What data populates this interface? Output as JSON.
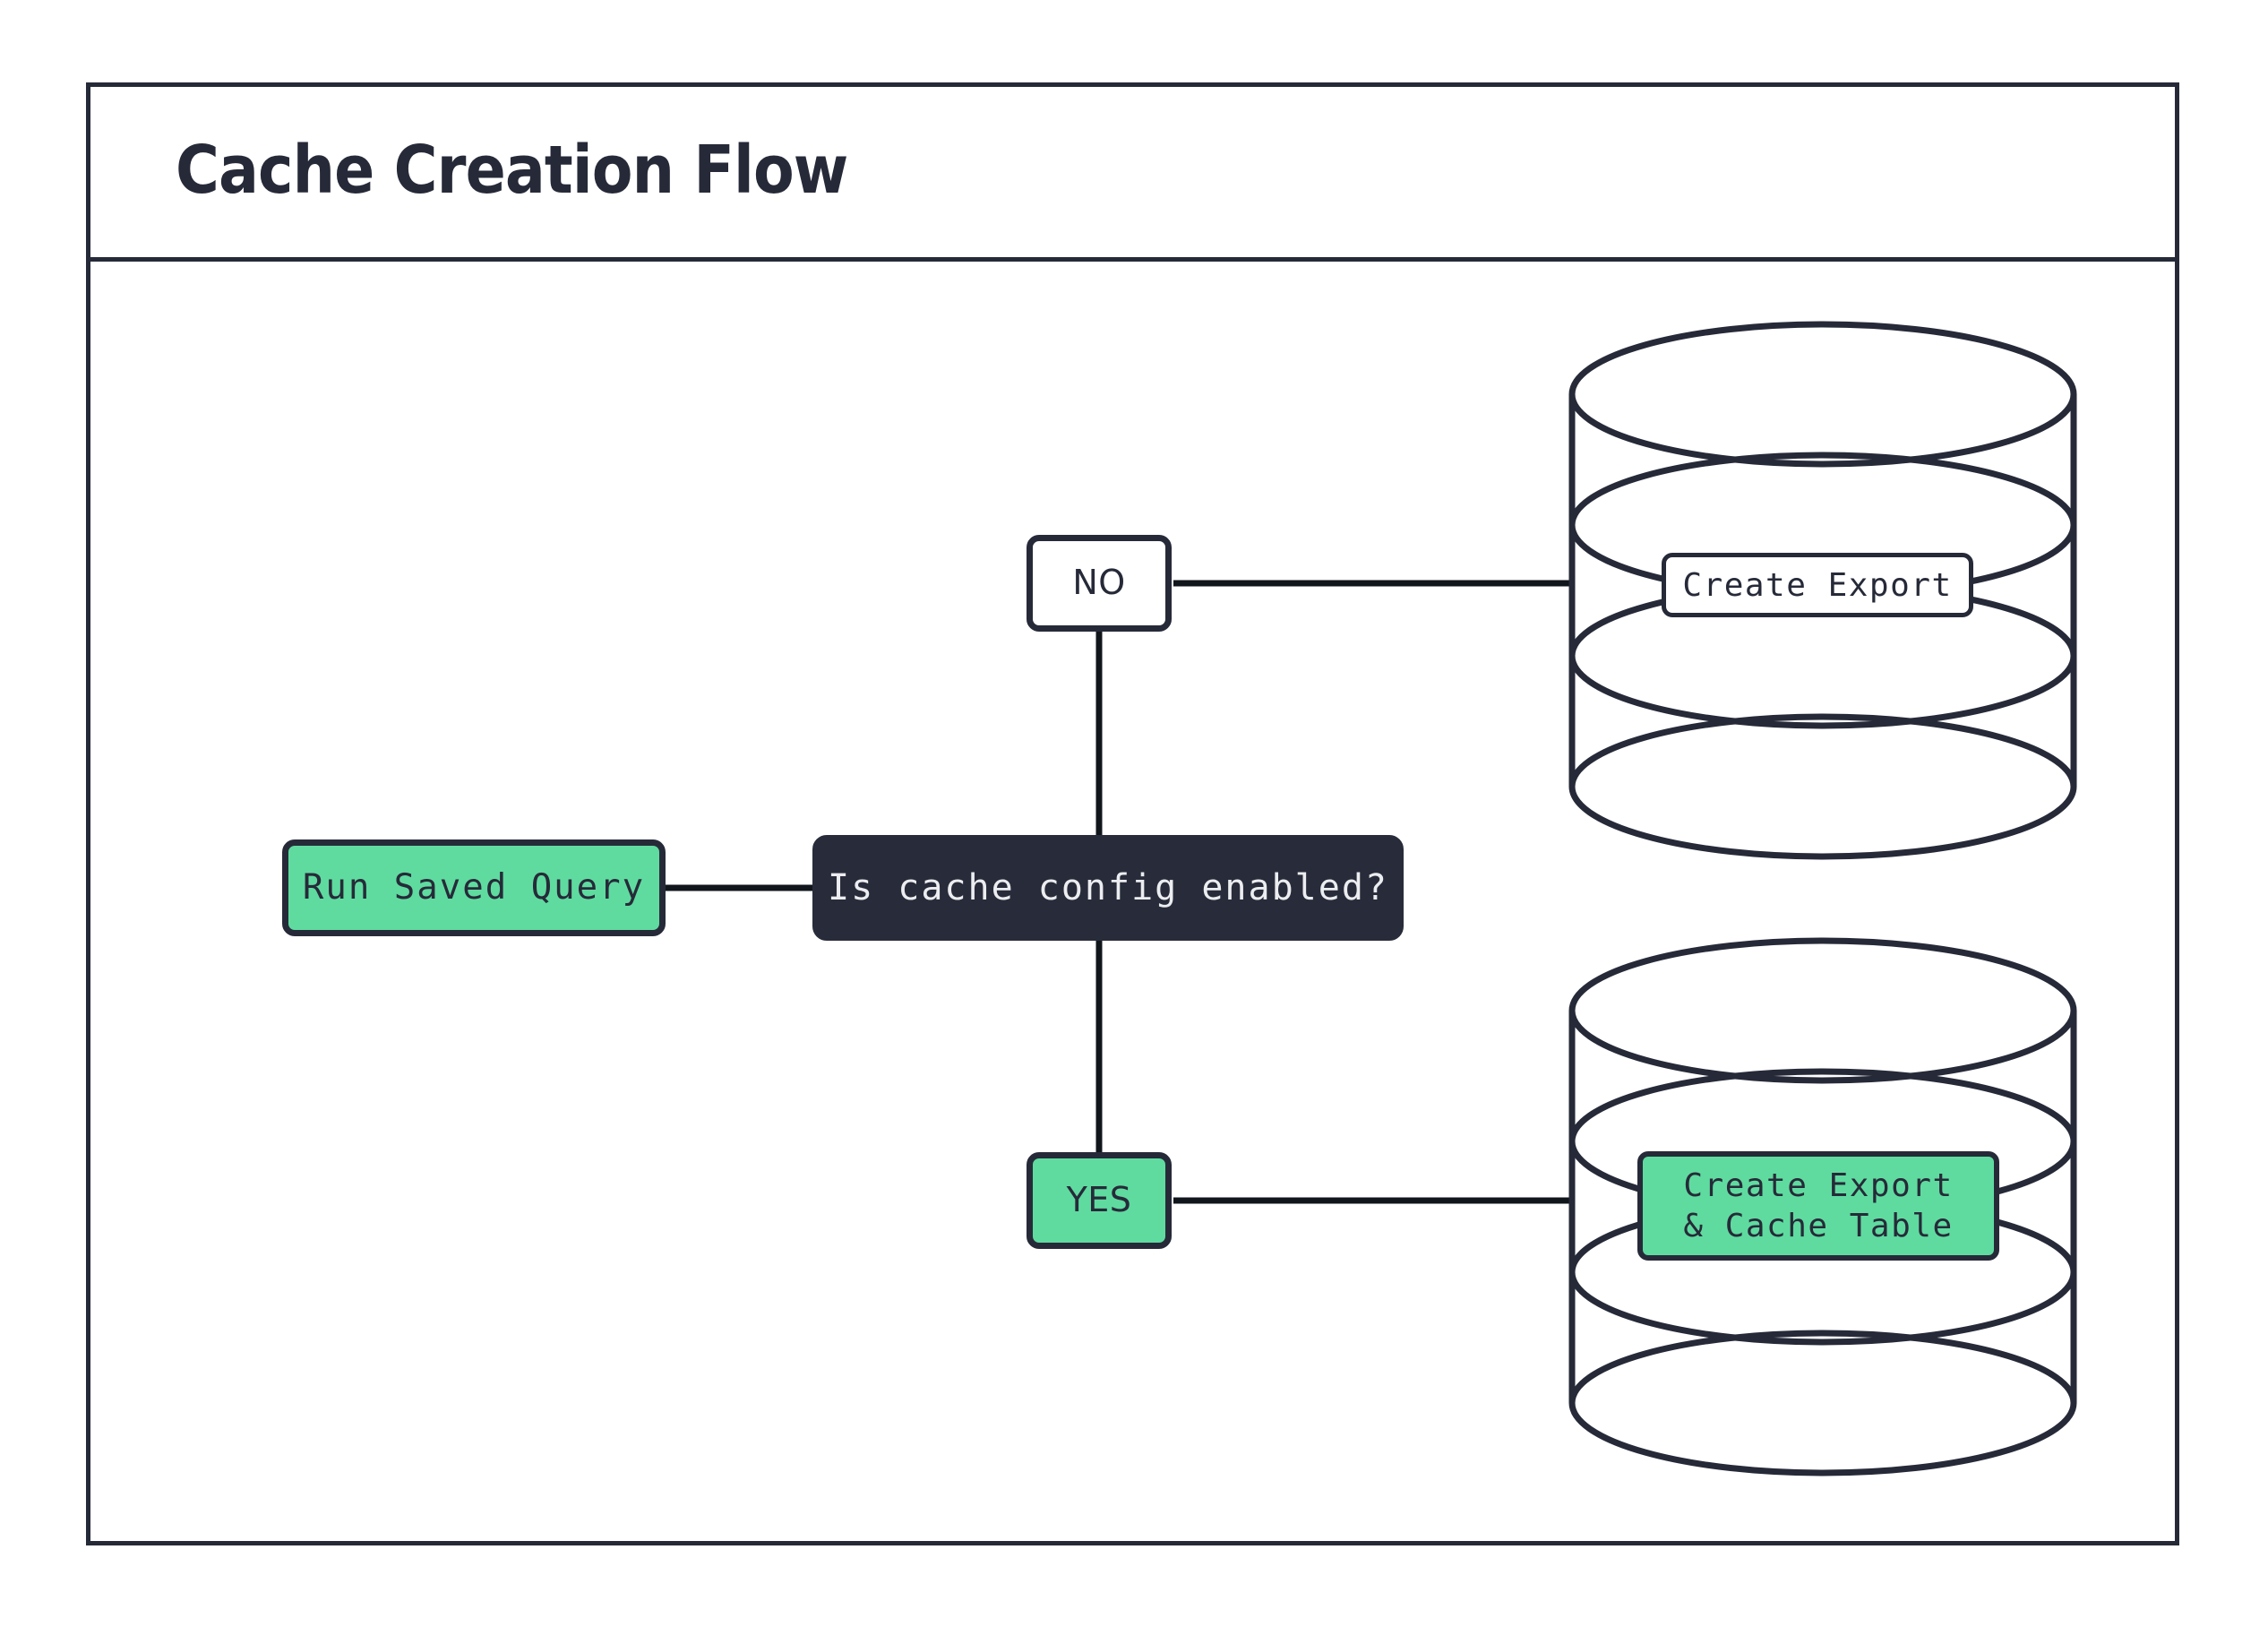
{
  "header": {
    "title": "Cache Creation Flow"
  },
  "colors": {
    "accent_green": "#5FDBA0",
    "dark_navy": "#262A38",
    "decision_fill": "#282C3A",
    "decision_text": "#ECEDF0",
    "canvas": "#ffffff",
    "edge": "#11161C"
  },
  "diagram": {
    "type": "flowchart",
    "orientation": "left-to-right",
    "nodes": [
      {
        "id": "run-saved-query",
        "label": "Run Saved Query",
        "shape": "rounded-rect",
        "fill": "green"
      },
      {
        "id": "decision",
        "label": "Is cache config enabled?",
        "shape": "rounded-rect",
        "fill": "dark"
      },
      {
        "id": "no",
        "label": "NO",
        "shape": "rounded-rect",
        "fill": "white"
      },
      {
        "id": "yes",
        "label": "YES",
        "shape": "rounded-rect",
        "fill": "green"
      },
      {
        "id": "create-export",
        "label": "Create Export",
        "shape": "rounded-rect-in-cylinder",
        "fill": "white"
      },
      {
        "id": "create-export-cache",
        "label_line1": "Create Export",
        "label_line2": "& Cache Table",
        "shape": "rounded-rect-in-cylinder",
        "fill": "green"
      },
      {
        "id": "database-top",
        "label": "",
        "shape": "cylinder",
        "fill": "white"
      },
      {
        "id": "database-bottom",
        "label": "",
        "shape": "cylinder",
        "fill": "white"
      }
    ],
    "edges": [
      {
        "from": "run-saved-query",
        "to": "decision",
        "label": ""
      },
      {
        "from": "decision",
        "to": "no",
        "label": ""
      },
      {
        "from": "decision",
        "to": "yes",
        "label": ""
      },
      {
        "from": "no",
        "to": "create-export",
        "label": ""
      },
      {
        "from": "yes",
        "to": "create-export-cache",
        "label": ""
      }
    ]
  }
}
